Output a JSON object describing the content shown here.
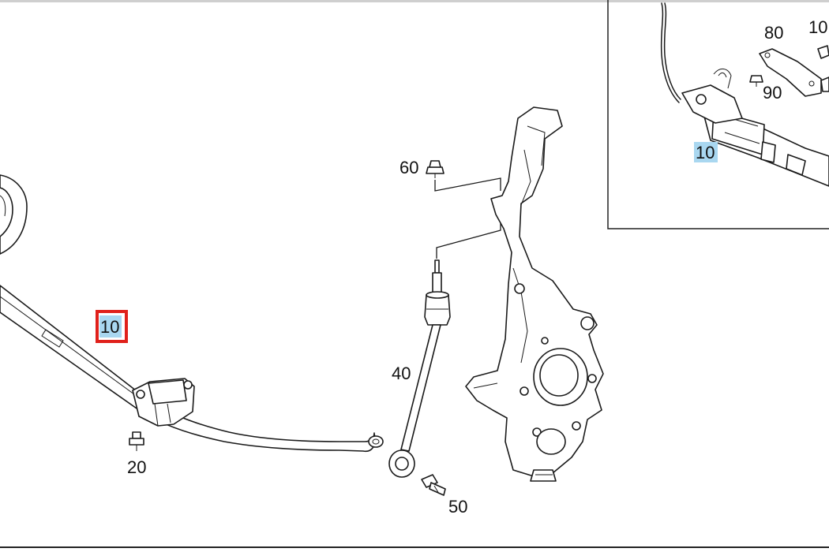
{
  "diagram": {
    "callouts": {
      "main_stabilizer": "10",
      "bushing_bolt": "20",
      "link_rod": "40",
      "link_bolt": "50",
      "knuckle_nut": "60",
      "inset_bracket": "80",
      "inset_nut": "90",
      "inset_stabilizer": "10",
      "inset_topright_partial": "10"
    },
    "highlight_color": "#a9d7f0",
    "selection_color": "#e0211b"
  }
}
